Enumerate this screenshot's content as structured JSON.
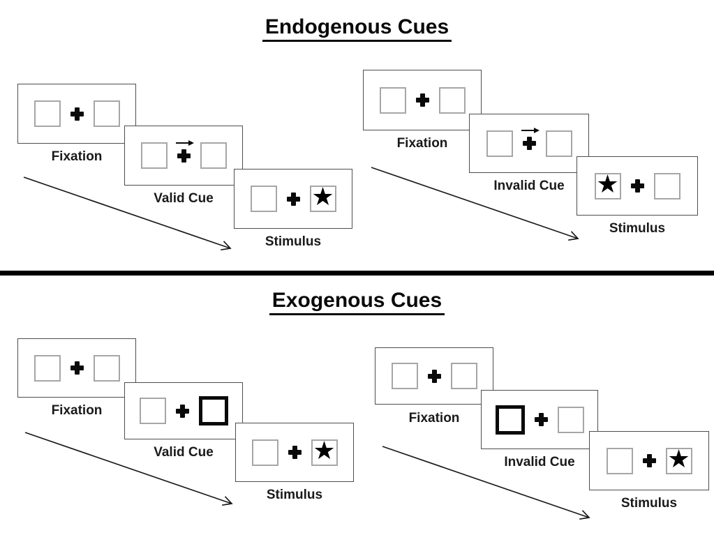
{
  "glyphs": {
    "star": "★"
  },
  "colors": {
    "background": "#ffffff",
    "ink": "#111111",
    "panel_border": "#4d4d4d",
    "placeholder_box_border": "#a6a6a6",
    "cue_highlight_border": "#0a0a0a",
    "divider": "#000000"
  },
  "sections": [
    {
      "title": "Endogenous Cues",
      "cue_style": "central right-pointing arrow above fixation cross",
      "sequences": [
        {
          "name": "valid-trial",
          "panels": [
            {
              "label": "Fixation",
              "left_box": "empty",
              "right_box": "empty",
              "center": "cross"
            },
            {
              "label": "Valid Cue",
              "left_box": "empty",
              "right_box": "empty",
              "center": "cross-with-right-arrow"
            },
            {
              "label": "Stimulus",
              "left_box": "empty",
              "right_box": "star",
              "center": "cross"
            }
          ]
        },
        {
          "name": "invalid-trial",
          "panels": [
            {
              "label": "Fixation",
              "left_box": "empty",
              "right_box": "empty",
              "center": "cross"
            },
            {
              "label": "Invalid Cue",
              "left_box": "empty",
              "right_box": "empty",
              "center": "cross-with-right-arrow"
            },
            {
              "label": "Stimulus",
              "left_box": "star",
              "right_box": "empty",
              "center": "cross"
            }
          ]
        }
      ]
    },
    {
      "title": "Exogenous Cues",
      "cue_style": "peripheral box highlighted with thick black border",
      "sequences": [
        {
          "name": "valid-trial",
          "panels": [
            {
              "label": "Fixation",
              "left_box": "empty",
              "right_box": "empty",
              "center": "cross"
            },
            {
              "label": "Valid Cue",
              "left_box": "empty",
              "right_box": "highlighted",
              "center": "cross"
            },
            {
              "label": "Stimulus",
              "left_box": "empty",
              "right_box": "star",
              "center": "cross"
            }
          ]
        },
        {
          "name": "invalid-trial",
          "panels": [
            {
              "label": "Fixation",
              "left_box": "empty",
              "right_box": "empty",
              "center": "cross"
            },
            {
              "label": "Invalid Cue",
              "left_box": "highlighted",
              "right_box": "empty",
              "center": "cross"
            },
            {
              "label": "Stimulus",
              "left_box": "empty",
              "right_box": "star",
              "center": "cross"
            }
          ]
        }
      ]
    }
  ]
}
